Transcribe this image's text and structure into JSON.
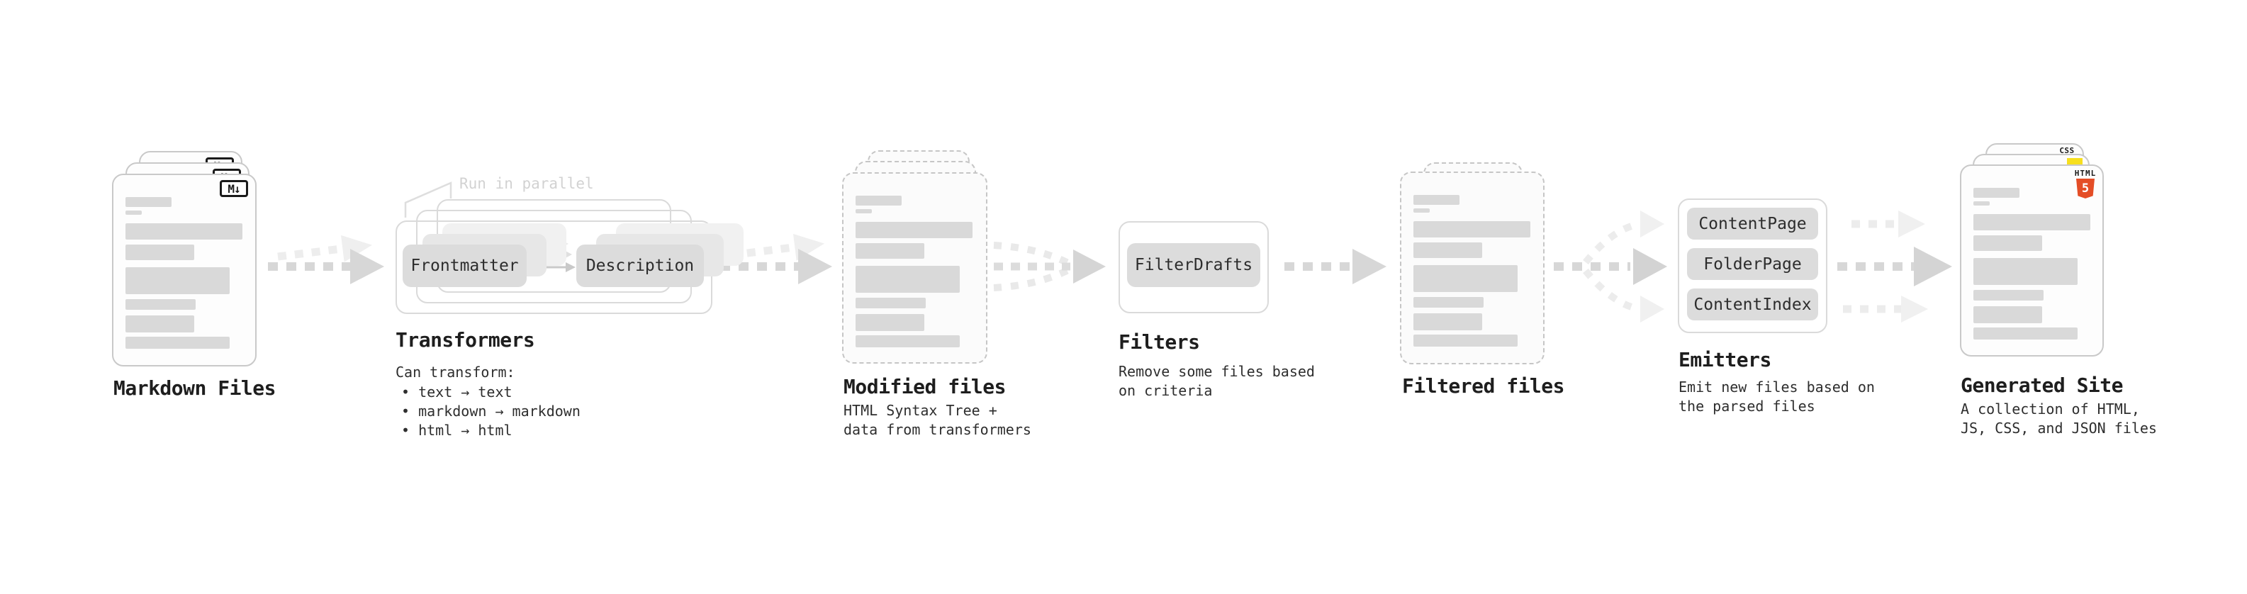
{
  "stages": {
    "markdown_files": {
      "label": "Markdown Files",
      "badge": "M↓"
    },
    "transformers": {
      "note": "Run in parallel",
      "input_chip": "Frontmatter",
      "output_chip": "Description",
      "label": "Transformers",
      "desc_heading": "Can transform:",
      "bullets": [
        "• text → text",
        "• markdown → markdown",
        "• html → html"
      ]
    },
    "modified_files": {
      "label": "Modified files",
      "desc": "HTML Syntax Tree +\ndata from transformers"
    },
    "filters": {
      "chip": "FilterDrafts",
      "label": "Filters",
      "desc": "Remove some files based\non criteria"
    },
    "filtered_files": {
      "label": "Filtered files"
    },
    "emitters": {
      "chips": [
        "ContentPage",
        "FolderPage",
        "ContentIndex"
      ],
      "label": "Emitters",
      "desc": "Emit new files based on\nthe parsed files"
    },
    "generated_site": {
      "label": "Generated Site",
      "desc": "A collection of HTML,\nJS, CSS, and JSON files",
      "css_badge": "CSS",
      "html_badge_word": "HTML",
      "html_badge_number": "5"
    }
  },
  "colors": {
    "card_border": "#c9c9c9",
    "placeholder_bar": "#d9d9d9",
    "chip_bg": "#dcdcdc",
    "outline_border": "#dadada",
    "arrow": "#d7d7d7",
    "arrow_faint": "#ececec",
    "note_gray": "#d2d2d2",
    "text": "#1e1e1e",
    "html5_orange": "#e44d26",
    "js_yellow": "#f7df1e",
    "css_blue": "#2962ff"
  }
}
